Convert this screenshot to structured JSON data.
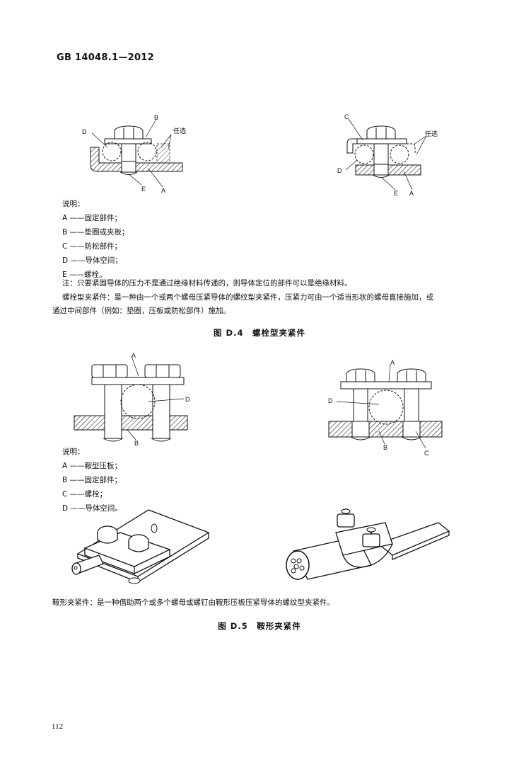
{
  "header": {
    "standard": "GB 14048.1—2012"
  },
  "fig_d4": {
    "left_labels": {
      "b": "B",
      "d": "D",
      "e": "E",
      "a": "A",
      "optional": "任选"
    },
    "right_labels": {
      "c": "C",
      "d": "D",
      "e": "E",
      "a": "A",
      "optional": "任选"
    },
    "legend_title": "说明：",
    "legend": [
      "A ——固定部件；",
      "B ——垫圈或夹板；",
      "C ——防松部件；",
      "D ——导体空间；",
      "E ——螺栓。"
    ],
    "note": "注：只要紧固导体的压力不是通过绝缘材料传递的，则导体定位的部件可以是绝缘材料。",
    "description_line1": "螺栓型夹紧件：是一种由一个或两个螺母压紧导体的螺纹型夹紧件，压紧力可由一个适当形状的螺母直接施加，或",
    "description_line2": "通过中间部件（例如：垫圈，压板或防松部件）施加。",
    "caption": "图 D.4　螺栓型夹紧件"
  },
  "fig_d5": {
    "left_labels": {
      "a": "A",
      "d": "D",
      "b": "B"
    },
    "right_labels": {
      "a": "A",
      "d": "D",
      "b": "B",
      "c": "C"
    },
    "legend_title": "说明：",
    "legend": [
      "A ——鞍型压板；",
      "B ——固定部件；",
      "C ——螺栓；",
      "D ——导体空间。"
    ],
    "description": "鞍形夹紧件：是一种借助两个或多个螺母或螺钉由鞍形压板压紧导体的螺纹型夹紧件。",
    "caption": "图 D.5　鞍形夹紧件"
  },
  "footer": {
    "page_number": "112"
  }
}
